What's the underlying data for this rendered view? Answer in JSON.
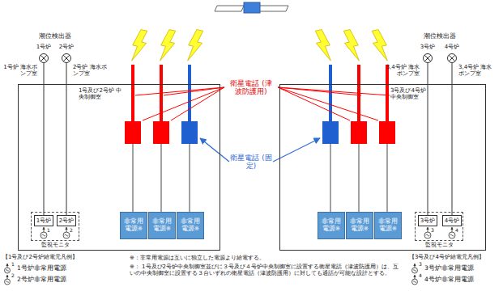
{
  "diagram": {
    "nodes": [
      {
        "text": [
          "1号炉",
          "1号炉 海水ポンプ室"
        ]
      },
      {
        "text": [
          "2号炉",
          "2号炉 海水ポンプ室"
        ]
      },
      {
        "text": [
          "3号炉",
          "3,4号炉 海水ポンプ室"
        ]
      },
      {
        "text": [
          "4号炉",
          "3,4号炉 海水ポンプ室"
        ]
      },
      {
        "text": [
          "1号及び2号炉 中央制御室"
        ]
      },
      {
        "text": [
          "非常用 電源※"
        ],
        "in": 4
      },
      {
        "text": [
          "非常用 電源※"
        ],
        "in": 4
      },
      {
        "text": [
          "非常用 電源※"
        ],
        "in": 4
      },
      {
        "text": [
          "監視モニタ"
        ],
        "in": 4
      },
      {
        "text": [
          "1号炉"
        ],
        "in": 8
      },
      {
        "text": [
          "2号炉"
        ],
        "in": 8
      },
      {
        "text": [
          "3号及び4号炉 中央制御室"
        ]
      },
      {
        "text": [
          "非常用 電源※"
        ],
        "in": 11
      },
      {
        "text": [
          "非常用 電源※"
        ],
        "in": 11
      },
      {
        "text": [
          "非常用 電源※"
        ],
        "in": 11
      },
      {
        "text": [
          "監視モニタ"
        ],
        "in": 11
      },
      {
        "text": [
          "3号炉"
        ],
        "in": 15
      },
      {
        "text": [
          "4号炉"
        ],
        "in": 15
      }
    ],
    "edges": [
      {
        "from": 0,
        "to": 9,
        "arrow": "none"
      },
      {
        "from": 1,
        "to": 10,
        "arrow": "none"
      },
      {
        "from": 2,
        "to": 16,
        "arrow": "none"
      },
      {
        "from": 3,
        "to": 17,
        "arrow": "none"
      }
    ],
    "labels": [
      "潮位検出器",
      "潮位検出器",
      "衛星電話 (津波防護用)",
      "衛星電話 (固定)",
      "1",
      "2",
      "3",
      "4",
      "【1号及び2号炉給電元凡例】",
      "1",
      "2",
      "【3号及び4号炉給電元凡例】",
      "3",
      "4",
      "※：非常用電源は互いに独立した電源より給電する。",
      "※： 1号及び2号炉中央制御室並びに３号及び４号炉中央制御室に設置する衛星電話（津波防護用）は、互いの中央制御室に設置する３台いずれの衛星電話（津波防護用）に対しても通話が可能な設計とする。"
    ],
    "legend": [
      {
        "text": "1号炉非常用電源"
      },
      {
        "text": "2号炉非常用電源"
      },
      {
        "text": "3号炉非常用電源"
      },
      {
        "text": "4号炉非常用電源"
      }
    ]
  }
}
